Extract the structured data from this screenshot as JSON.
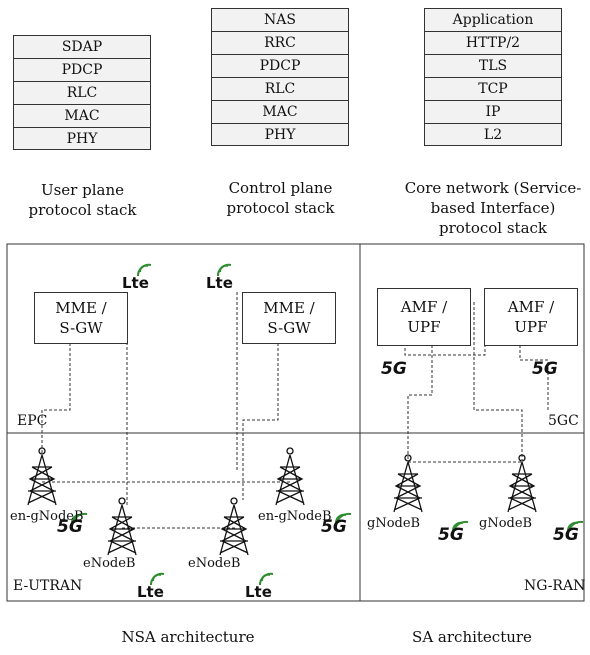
{
  "stacks": {
    "user_plane": {
      "layers": [
        "SDAP",
        "PDCP",
        "RLC",
        "MAC",
        "PHY"
      ],
      "caption": "User plane\nprotocol stack"
    },
    "control_plane": {
      "layers": [
        "NAS",
        "RRC",
        "PDCP",
        "RLC",
        "MAC",
        "PHY"
      ],
      "caption": "Control plane\nprotocol stack"
    },
    "core": {
      "layers": [
        "Application",
        "HTTP/2",
        "TLS",
        "TCP",
        "IP",
        "L2"
      ],
      "caption": "Core network (Service-\nbased Interface)\nprotocol stack"
    }
  },
  "nsa": {
    "mme_left": "MME /\nS-GW",
    "mme_right": "MME /\nS-GW",
    "epc_label": "EPC",
    "eutran_label": "E-UTRAN",
    "en_gnodeb_left": "en-gNodeB",
    "en_gnodeb_right": "en-gNodeB",
    "enodeb_left": "eNodeB",
    "enodeb_right": "eNodeB",
    "caption": "NSA architecture"
  },
  "sa": {
    "amf_left": "AMF /\nUPF",
    "amf_right": "AMF /\nUPF",
    "core_label": "5GC",
    "ran_label": "NG-RAN",
    "gnodeb_left": "gNodeB",
    "gnodeb_right": "gNodeB",
    "caption": "SA architecture"
  },
  "logos": {
    "five_g": "5G",
    "lte": "Lte"
  }
}
